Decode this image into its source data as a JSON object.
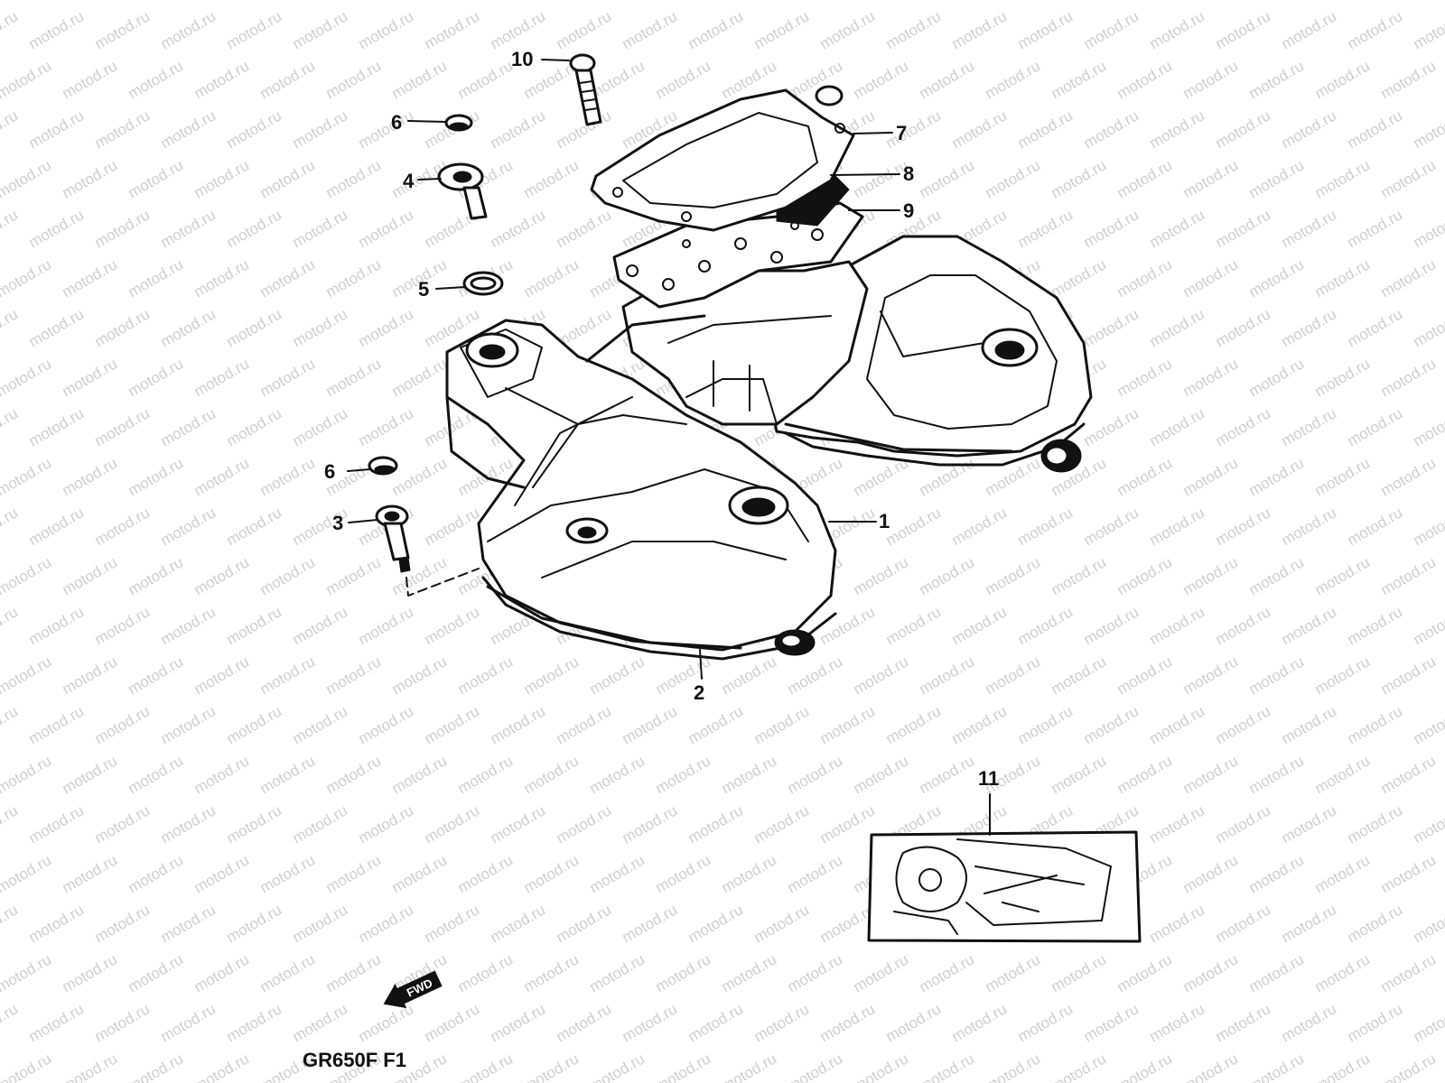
{
  "watermark": {
    "text": "motod.ru"
  },
  "model_label": "GR650F F1",
  "direction_label": "FWD",
  "callouts": [
    {
      "id": "1",
      "label": "1"
    },
    {
      "id": "2",
      "label": "2"
    },
    {
      "id": "3",
      "label": "3"
    },
    {
      "id": "4",
      "label": "4"
    },
    {
      "id": "5",
      "label": "5"
    },
    {
      "id": "6a",
      "label": "6"
    },
    {
      "id": "6b",
      "label": "6"
    },
    {
      "id": "7",
      "label": "7"
    },
    {
      "id": "8",
      "label": "8"
    },
    {
      "id": "9",
      "label": "9"
    },
    {
      "id": "10",
      "label": "10"
    },
    {
      "id": "11",
      "label": "11"
    }
  ],
  "colors": {
    "ink": "#111111",
    "watermark": "#cfcfcf",
    "paper": "#ffffff"
  }
}
